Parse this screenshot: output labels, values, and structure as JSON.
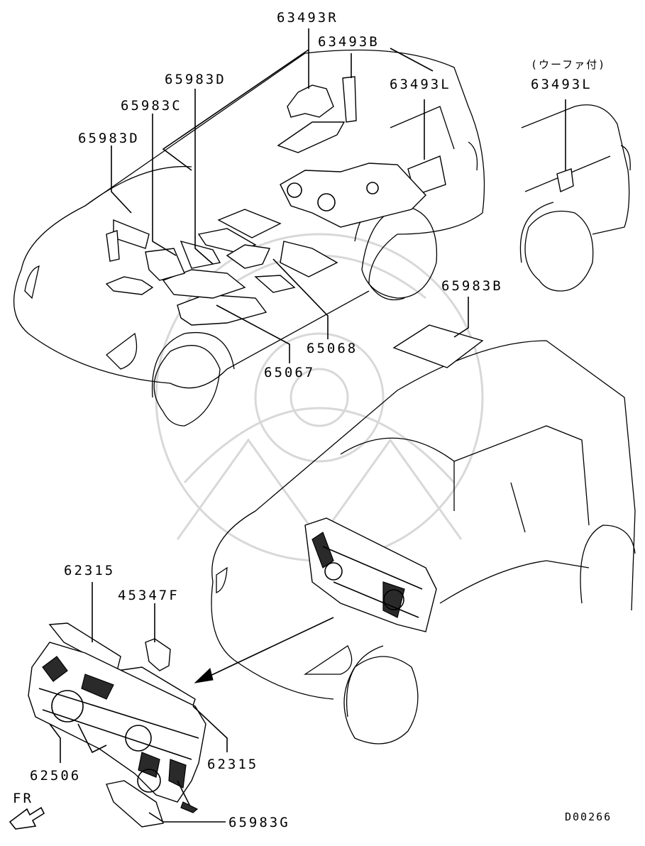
{
  "diagram_code": "D00266",
  "direction_label": "FR",
  "labels": {
    "p63493R": "63493R",
    "p63493B": "63493B",
    "p63493L": "63493L",
    "woofer_note": "(ウーファ付)",
    "p63493L_woofer": "63493L",
    "p65983D_upper": "65983D",
    "p65983C": "65983C",
    "p65983D_lower": "65983D",
    "p65983B": "65983B",
    "p65068": "65068",
    "p65067": "65067",
    "p62315_upper": "62315",
    "p45347F": "45347F",
    "p62315_lower": "62315",
    "p62506": "62506",
    "p65983G": "65983G"
  }
}
